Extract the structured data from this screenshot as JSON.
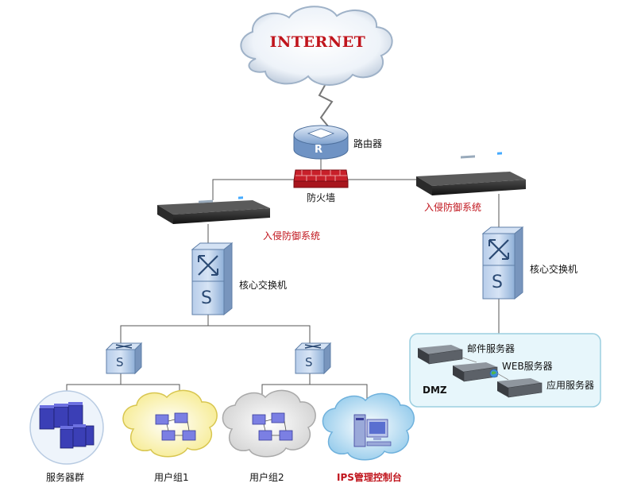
{
  "cloud": {
    "label": "INTERNET"
  },
  "router": {
    "label": "路由器",
    "icon_letter": "R"
  },
  "firewall": {
    "label": "防火墙"
  },
  "ips_left": {
    "label": "入侵防御系统"
  },
  "ips_right": {
    "label": "入侵防御系统"
  },
  "core_switch_left": {
    "label": "核心交换机",
    "icon_letter": "S"
  },
  "core_switch_right": {
    "label": "核心交换机",
    "icon_letter": "S"
  },
  "access_switch_left": {
    "icon_letter": "S"
  },
  "access_switch_right": {
    "icon_letter": "S"
  },
  "groups": {
    "server_farm": "服务器群",
    "user_group_1": "用户组1",
    "user_group_2": "用户组2",
    "ips_console": "IPS管理控制台"
  },
  "dmz": {
    "label": "DMZ",
    "mail_server": "邮件服务器",
    "web_server": "WEB服务器",
    "app_server": "应用服务器"
  },
  "colors": {
    "accent_red": "#c0141c",
    "switch_blue": "#8fb0d8",
    "cloud_gray": "#e6e6e6",
    "cloud_yellow": "#fdf7c2",
    "cloud_blue": "#bfe0f4",
    "dmz_fill": "#e7f6fb"
  }
}
